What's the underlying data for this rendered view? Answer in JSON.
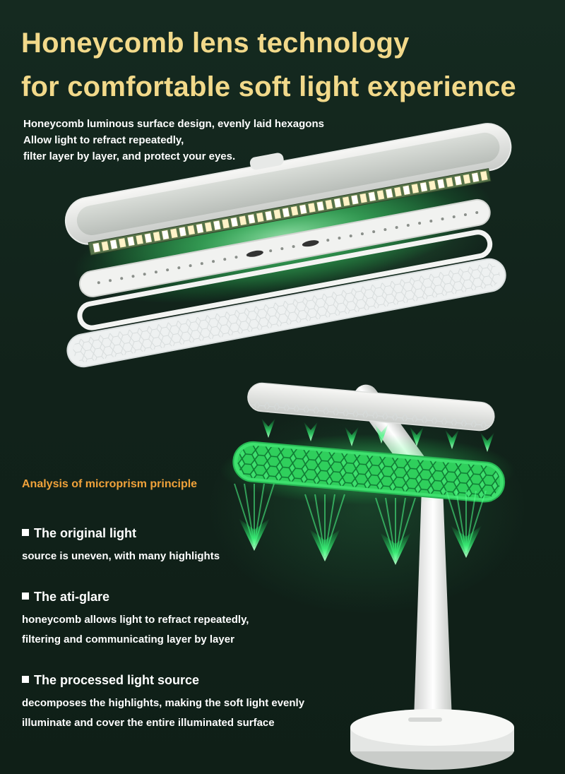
{
  "headline": {
    "line1": "Honeycomb lens technology",
    "line2": "for comfortable soft light experience"
  },
  "intro": {
    "lines": [
      "Honeycomb luminous surface design, evenly laid hexagons",
      "Allow light to refract repeatedly,",
      "filter layer by layer, and protect your eyes."
    ]
  },
  "analysis": {
    "title": "Analysis of microprism principle",
    "points": [
      {
        "title": "The original light",
        "lines": [
          "source is uneven, with many highlights"
        ]
      },
      {
        "title": "The ati-glare",
        "lines": [
          "honeycomb allows light to refract repeatedly,",
          "filtering and communicating layer by layer"
        ]
      },
      {
        "title": "The processed light source",
        "lines": [
          "decomposes the highlights, making the soft light evenly",
          "illuminate and cover the entire illuminated surface"
        ]
      }
    ]
  },
  "colors": {
    "background": "#14231c",
    "headline": "#f2d98a",
    "accent": "#f0a23a",
    "glow": "#5cff8a",
    "text": "#ffffff"
  },
  "icons": [
    "lamp-shell-image",
    "led-strip-image",
    "diffuser-plate-image",
    "honeycomb-lens-image",
    "desk-lamp-image",
    "light-ray-arrow-icon"
  ]
}
